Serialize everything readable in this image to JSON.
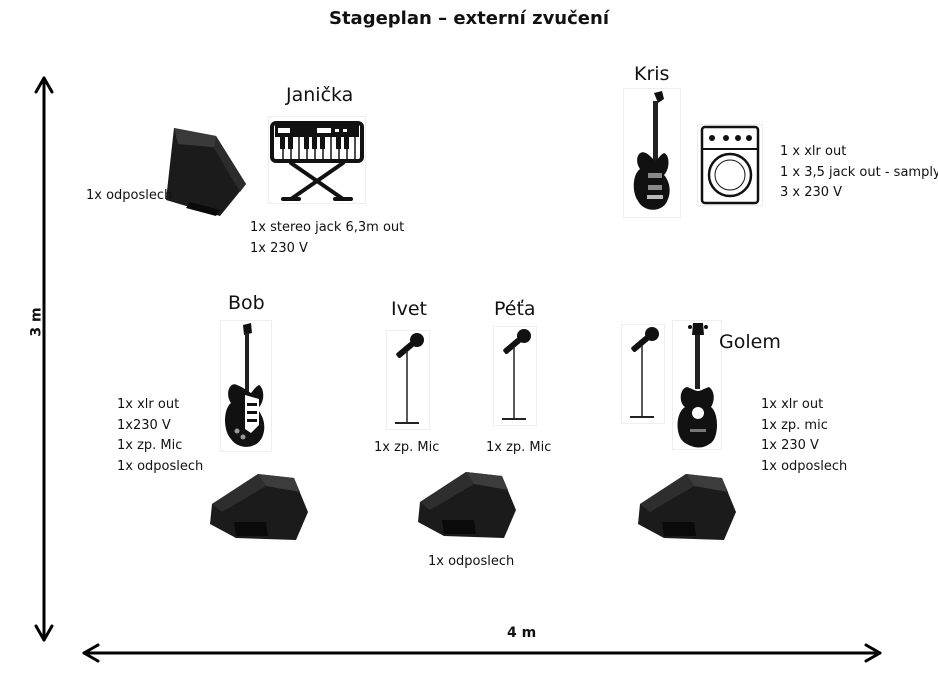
{
  "title": "Stageplan – externí zvučení",
  "axes": {
    "vertical": "3 m",
    "horizontal": "4 m"
  },
  "janicka": {
    "name": "Janička",
    "monitor_label": "1x odposlech",
    "specs": [
      "1x stereo jack 6,3m out",
      "1x 230 V"
    ]
  },
  "kris": {
    "name": "Kris",
    "specs": [
      "1 x xlr out",
      "1 x 3,5 jack out - samply",
      "3 x 230 V"
    ]
  },
  "bob": {
    "name": "Bob",
    "specs": [
      "1x xlr out",
      "1x230 V",
      "1x zp. Mic",
      "1x odposlech"
    ]
  },
  "ivet": {
    "name": "Ivet",
    "spec": "1x zp. Mic"
  },
  "peta": {
    "name": "Péťa",
    "spec": "1x zp. Mic"
  },
  "golem": {
    "name": "Golem",
    "specs": [
      "1x xlr out",
      "1x zp. mic",
      "1x 230 V",
      "1x odposlech"
    ]
  },
  "center_monitor_label": "1x odposlech",
  "icons": {
    "monitor": "stage-monitor-wedge",
    "keyboard": "keyboard-on-stand",
    "bass": "electric-bass",
    "amp": "bass-amp",
    "guitar": "electric-guitar",
    "mic": "microphone-on-stand",
    "acoustic": "acoustic-guitar"
  }
}
